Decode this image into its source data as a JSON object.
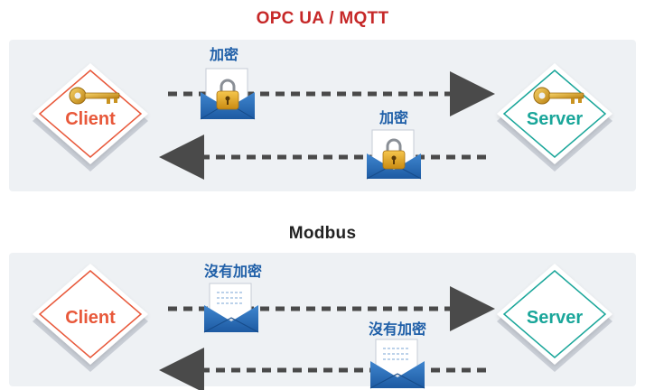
{
  "sections": [
    {
      "title": "OPC UA / MQTT",
      "client": "Client",
      "server": "Server",
      "request_label": "加密",
      "response_label": "加密",
      "encrypted": true
    },
    {
      "title": "Modbus",
      "client": "Client",
      "server": "Server",
      "request_label": "沒有加密",
      "response_label": "沒有加密",
      "encrypted": false
    }
  ],
  "colors": {
    "panel_bg": "#eef1f4",
    "title_secure": "#c62828",
    "title_plain": "#222222",
    "client": "#e8583a",
    "server": "#1aa69a",
    "label": "#1f5fa8",
    "arrow": "#4a4a4a",
    "envelope": "#2d6fb8"
  },
  "icons": {
    "key": "key-icon",
    "lock": "padlock-icon",
    "envelope": "envelope-icon",
    "document": "document-icon"
  }
}
